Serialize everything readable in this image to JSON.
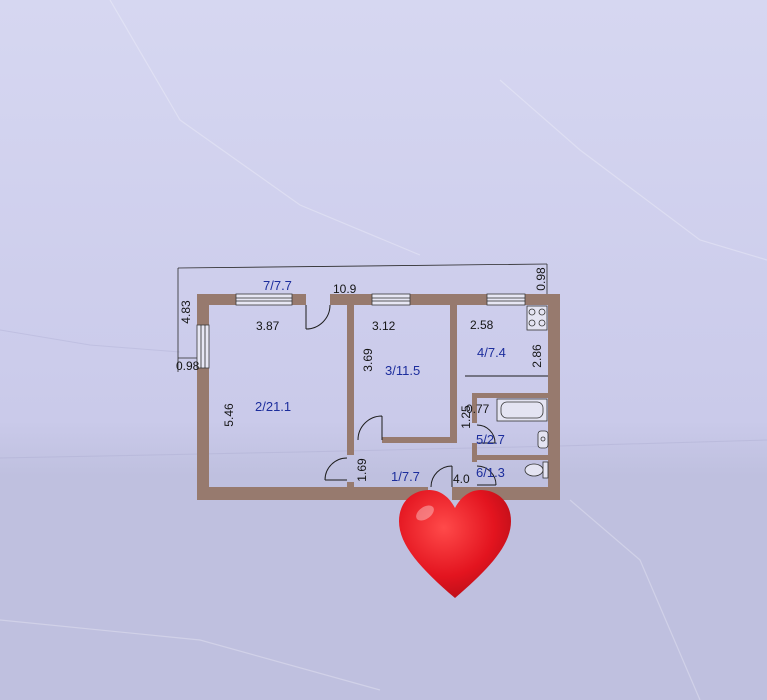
{
  "colors": {
    "paper": "#cacaea",
    "paper_light": "#d6d7f1",
    "paper_shadow": "#bfc0df",
    "wall": "#977a6e",
    "room_label": "#1c2d9c",
    "dimension": "#151515",
    "heart": "#e3141f"
  },
  "plan": {
    "rooms": {
      "r1": "1/7.7",
      "r2": "2/21.1",
      "r3": "3/11.5",
      "r4": "4/7.4",
      "r5": "5/2.7",
      "r6": "6/1.3",
      "r7": "7/7.7"
    },
    "dimensions": {
      "overall_width": "10.9",
      "top_right_offset": "0.98",
      "left_height": "4.83",
      "left_offset": "0.98",
      "room2_width": "3.87",
      "room2_depth": "5.46",
      "room3_width": "3.12",
      "room3_depth": "3.69",
      "room4_width": "2.58",
      "room4_depth": "2.86",
      "passage_length": "1.25",
      "passage_width": "0.77",
      "hall_width": "1.69",
      "hall_length": "4.0"
    },
    "fixtures": [
      "stove-icon",
      "bathtub-icon",
      "sink-icon",
      "toilet-icon"
    ]
  },
  "overlay": {
    "sticker": "heart-icon"
  }
}
